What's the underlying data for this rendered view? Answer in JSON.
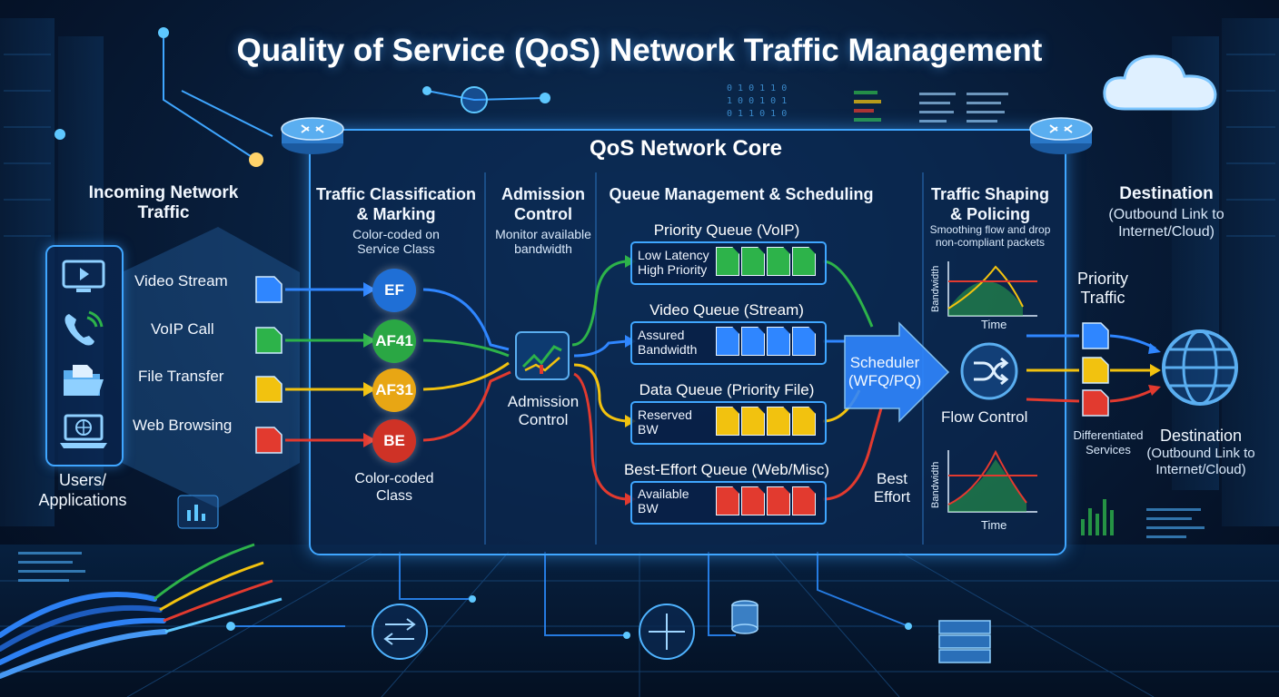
{
  "title": "Quality of Service (QoS) Network Traffic Management",
  "core": {
    "title": "QoS Network Core"
  },
  "incoming": {
    "header": "Incoming Network Traffic",
    "footer": "Users/ Applications",
    "items": [
      {
        "label": "Video Stream",
        "icon": "monitor-play-icon",
        "color": "#2f86ff"
      },
      {
        "label": "VoIP Call",
        "icon": "phone-icon",
        "color": "#2db34a"
      },
      {
        "label": "File Transfer",
        "icon": "folder-icon",
        "color": "#f2c20f"
      },
      {
        "label": "Web Browsing",
        "icon": "laptop-globe-icon",
        "color": "#e23a2f"
      }
    ]
  },
  "classification": {
    "header": "Traffic Classification & Marking",
    "sub": "Color-coded on Service Class",
    "footer": "Color-coded Class",
    "badges": [
      {
        "label": "EF",
        "color": "#1f6fd6"
      },
      {
        "label": "AF41",
        "color": "#2aa744"
      },
      {
        "label": "AF31",
        "color": "#e8a614"
      },
      {
        "label": "BE",
        "color": "#cf3226"
      }
    ]
  },
  "admission": {
    "header": "Admission Control",
    "sub": "Monitor available bandwidth",
    "label": "Admission Control"
  },
  "queues": {
    "header": "Queue Management & Scheduling",
    "items": [
      {
        "title": "Priority Queue (VoIP)",
        "line1": "Low Latency",
        "line2": "High Priority",
        "color": "#2db34a"
      },
      {
        "title": "Video Queue (Stream)",
        "line1": "Assured",
        "line2": "Bandwidth",
        "color": "#2f86ff"
      },
      {
        "title": "Data Queue (Priority File)",
        "line1": "Reserved",
        "line2": "BW",
        "color": "#f2c20f"
      },
      {
        "title": "Best-Effort Queue (Web/Misc)",
        "line1": "Available",
        "line2": "BW",
        "color": "#e23a2f"
      }
    ]
  },
  "scheduler": {
    "label": "Scheduler (WFQ/PQ)",
    "best_effort": "Best Effort"
  },
  "shaping": {
    "header": "Traffic Shaping & Policing",
    "sub": "Smoothing flow and drop non-compliant packets",
    "flow_label": "Flow Control",
    "chart_ylabel": "Bandwidth",
    "chart_xlabel": "Time"
  },
  "destination": {
    "header": "Destination",
    "header_sub": "(Outbound Link to Internet/Cloud)",
    "priority_traffic": "Priority Traffic",
    "differentiated": "Differentiated Services",
    "dest_label": "Destination",
    "dest_sub": "(Outbound Link to Internet/Cloud)"
  },
  "colors": {
    "accent": "#3fa6ff",
    "blue": "#2f86ff",
    "green": "#2db34a",
    "yellow": "#f2c20f",
    "red": "#e23a2f"
  }
}
